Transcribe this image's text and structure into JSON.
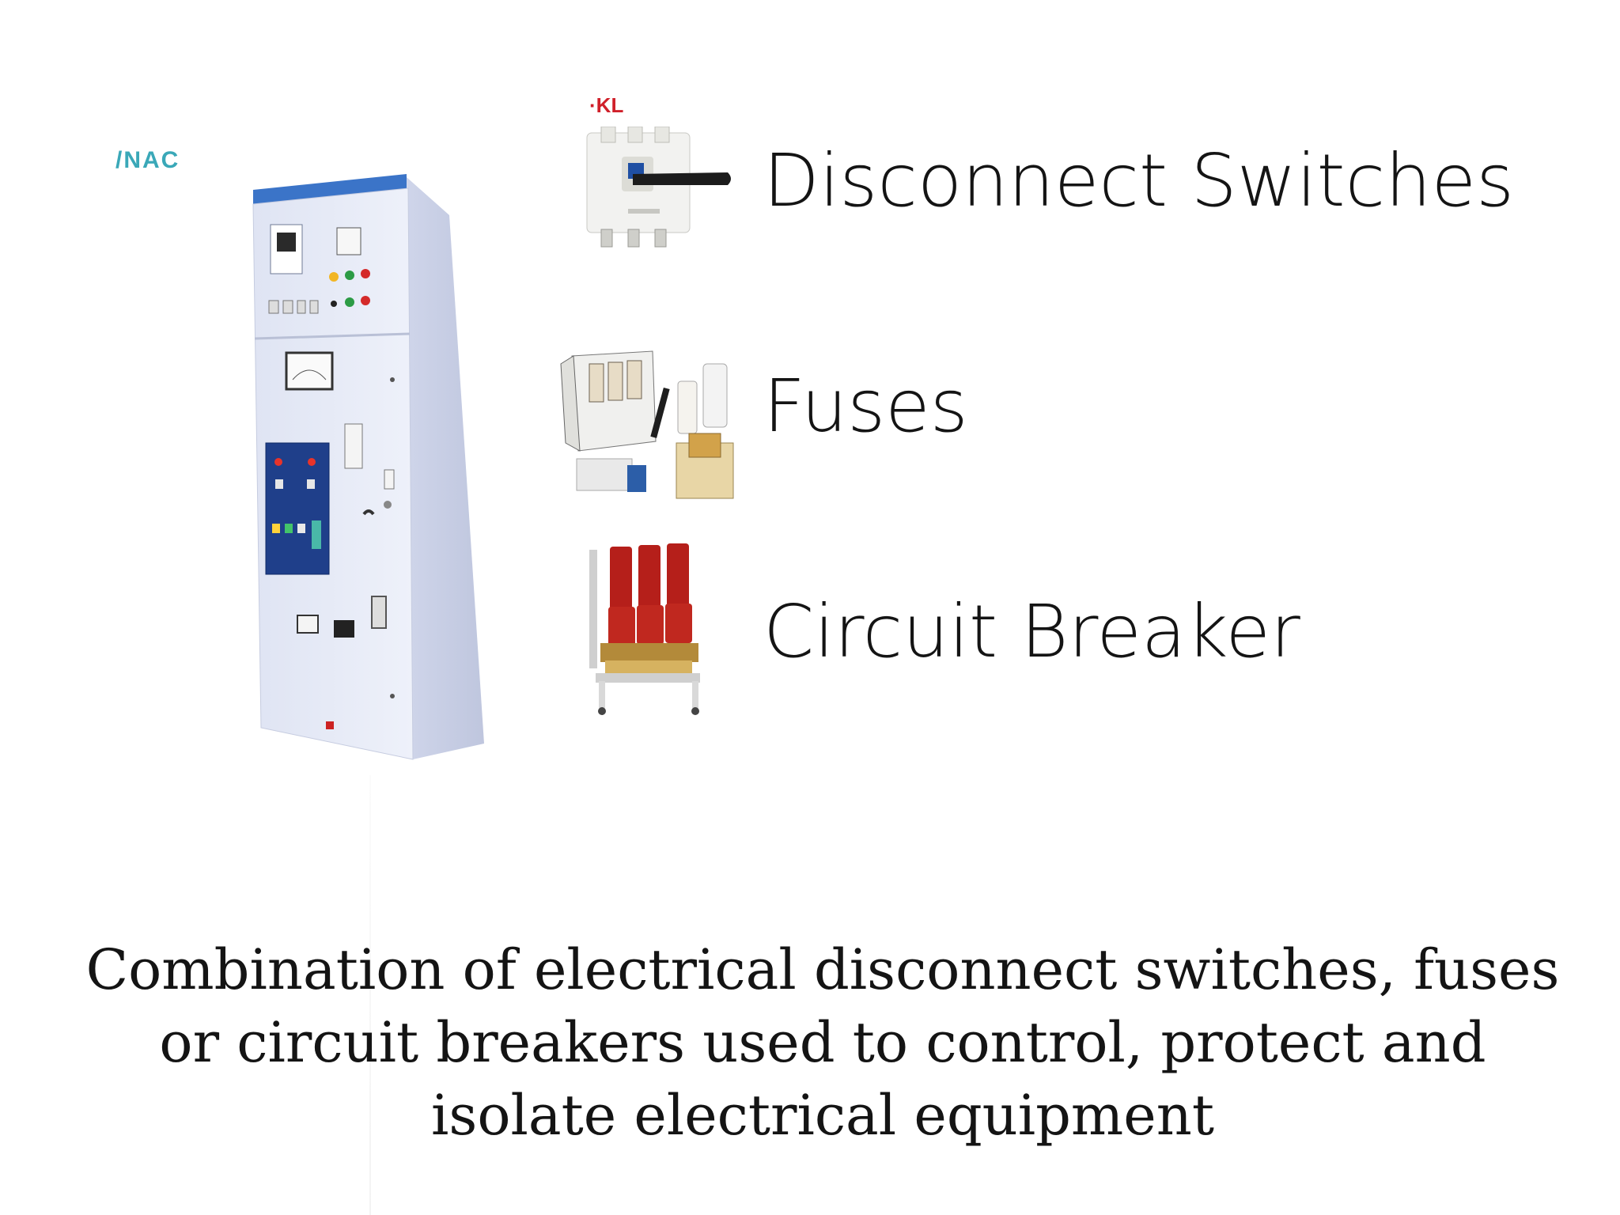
{
  "slide": {
    "logos": {
      "cabinet_logo": "NAC",
      "switch_logo": "KL"
    },
    "items": [
      {
        "label": "Disconnect Switches",
        "icon": "disconnect-switch-icon"
      },
      {
        "label": "Fuses",
        "icon": "fuse-icon"
      },
      {
        "label": "Circuit Breaker",
        "icon": "circuit-breaker-icon"
      }
    ],
    "caption": {
      "line1": "Combination of electrical disconnect switches, fuses",
      "line2": "or circuit breakers used to control, protect and",
      "line3": "isolate electrical equipment"
    },
    "colors": {
      "cabinet_body": "#e6eaf6",
      "cabinet_top": "#3b74c8",
      "breaker_red": "#b51f1a",
      "text": "#141414"
    }
  }
}
